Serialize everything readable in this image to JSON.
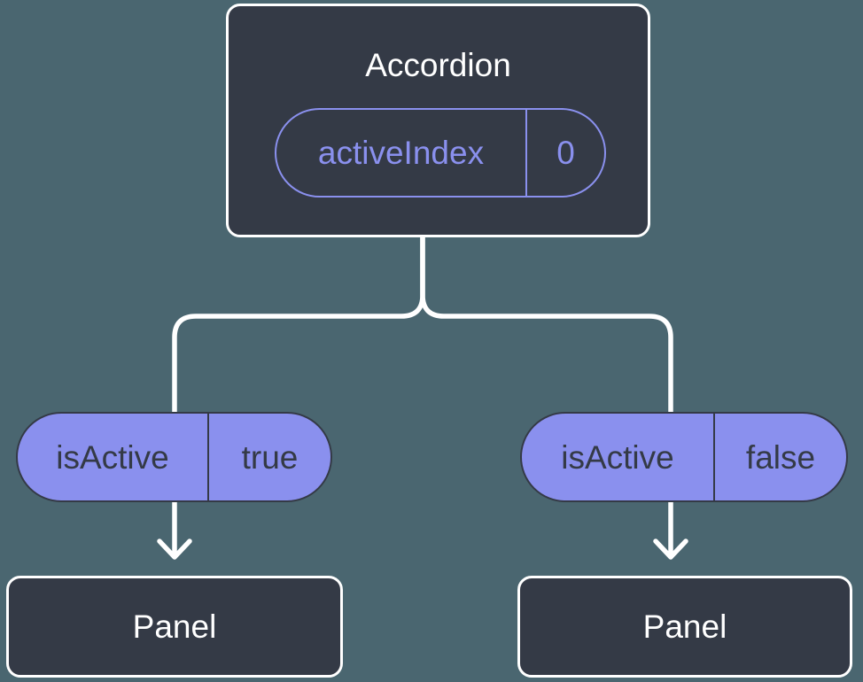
{
  "colors": {
    "background": "#4A6670",
    "node_fill": "#343A46",
    "node_border": "#FFFFFF",
    "accent_purple": "#8A90EE",
    "dark_text": "#343A46",
    "light_text": "#FFFFFF",
    "connector": "#FFFFFF"
  },
  "tree": {
    "root": {
      "label": "Accordion",
      "state": {
        "name": "activeIndex",
        "value": "0"
      }
    },
    "branches": [
      {
        "prop": {
          "name": "isActive",
          "value": "true"
        },
        "child": {
          "label": "Panel"
        }
      },
      {
        "prop": {
          "name": "isActive",
          "value": "false"
        },
        "child": {
          "label": "Panel"
        }
      }
    ]
  },
  "icons": {
    "left_arrow": "arrow-down",
    "right_arrow": "arrow-down"
  }
}
